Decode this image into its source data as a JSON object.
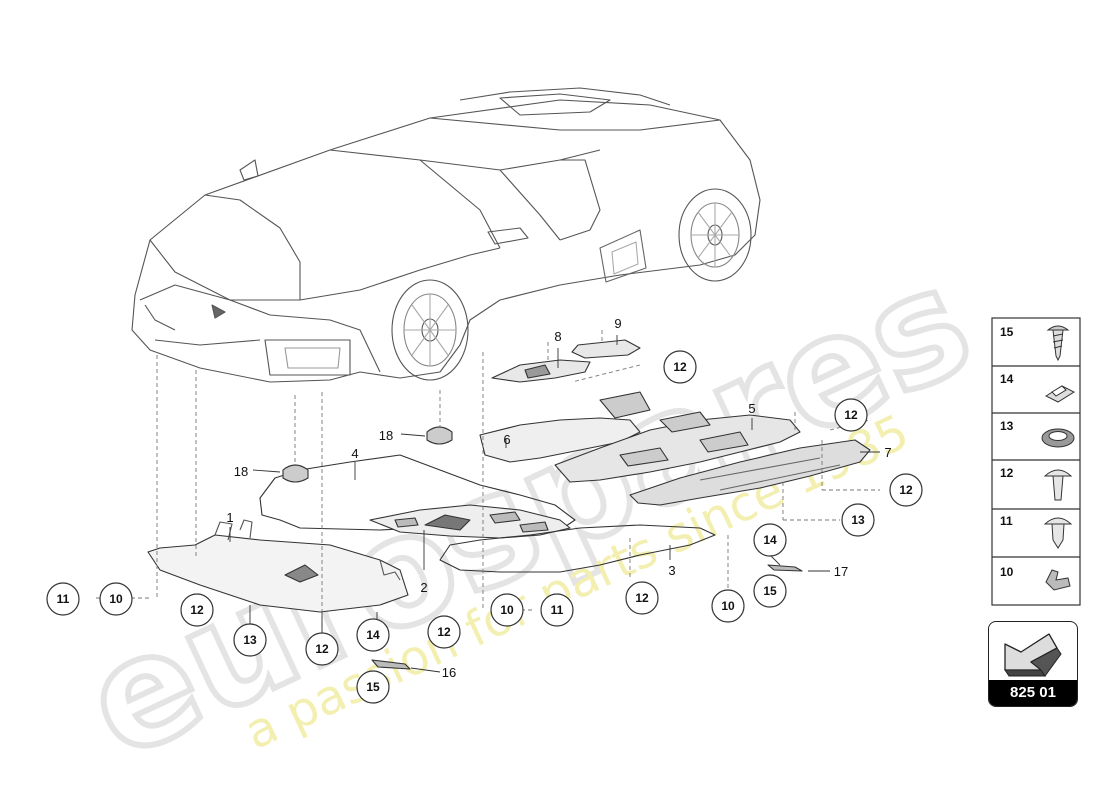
{
  "watermark": {
    "brand": "eurospares",
    "tagline": "a passion for parts since 1985"
  },
  "callouts": {
    "c1": "1",
    "c2": "2",
    "c3": "3",
    "c4": "4",
    "c5": "5",
    "c6": "6",
    "c7": "7",
    "c8": "8",
    "c9": "9",
    "c16": "16",
    "c17": "17",
    "c18a": "18",
    "c18b": "18"
  },
  "circles": [
    {
      "label": "11"
    },
    {
      "label": "10"
    },
    {
      "label": "12"
    },
    {
      "label": "13"
    },
    {
      "label": "12"
    },
    {
      "label": "14"
    },
    {
      "label": "15"
    },
    {
      "label": "12"
    },
    {
      "label": "10"
    },
    {
      "label": "11"
    },
    {
      "label": "12"
    },
    {
      "label": "10"
    },
    {
      "label": "14"
    },
    {
      "label": "15"
    },
    {
      "label": "12"
    },
    {
      "label": "12"
    },
    {
      "label": "12"
    },
    {
      "label": "13"
    }
  ],
  "legend": {
    "items": [
      {
        "label": "15",
        "icon": "screw-icon"
      },
      {
        "label": "14",
        "icon": "clip-nut-icon"
      },
      {
        "label": "13",
        "icon": "grommet-icon"
      },
      {
        "label": "12",
        "icon": "push-rivet-icon"
      },
      {
        "label": "11",
        "icon": "push-rivet-icon"
      },
      {
        "label": "10",
        "icon": "bracket-clip-icon"
      }
    ]
  },
  "reference": {
    "number": "825 01",
    "icon": "direction-arrow-icon"
  }
}
